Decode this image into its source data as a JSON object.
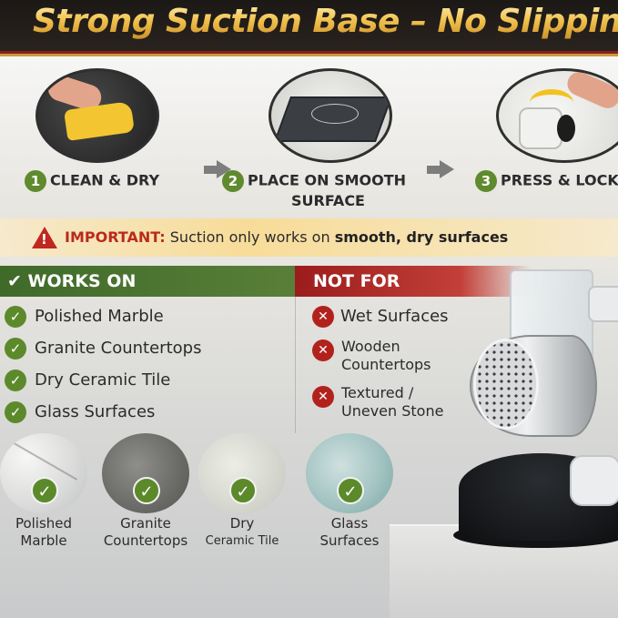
{
  "header": {
    "title": "Strong Suction Base – No Slipping"
  },
  "steps": [
    {
      "number": "1",
      "label": "CLEAN & DRY"
    },
    {
      "number": "2",
      "label_line1": "PLACE ON SMOOTH",
      "label_line2": "SURFACE"
    },
    {
      "number": "3",
      "label": "PRESS & LOCK"
    }
  ],
  "important": {
    "label": "IMPORTANT:",
    "text": " Suction only works on ",
    "emphasis": "smooth, dry surfaces"
  },
  "works_on": {
    "title": "WORKS ON",
    "items": [
      "Polished Marble",
      "Granite Countertops",
      "Dry Ceramic Tile",
      "Glass Surfaces"
    ]
  },
  "not_for": {
    "title": "NOT FOR",
    "items": [
      {
        "line1": "Wet Surfaces"
      },
      {
        "line1": "Wooden",
        "line2": "Countertops"
      },
      {
        "line1": "Textured /",
        "line2": "Uneven Stone"
      }
    ]
  },
  "swatches": [
    {
      "line1": "Polished",
      "line2": "Marble"
    },
    {
      "line1": "Granite",
      "line2": "Countertops"
    },
    {
      "line1": "Dry",
      "line2": "Ceramic Tile"
    },
    {
      "line1": "Glass",
      "line2": "Surfaces"
    }
  ],
  "icons": {
    "check": "check-icon",
    "cross": "x-icon",
    "warning": "warning-icon",
    "arrow": "arrow-right-icon"
  },
  "colors": {
    "header_gold": "#f1c24f",
    "works_green": "#4a732f",
    "not_red": "#a8231d",
    "check_green": "#5c8a2b",
    "x_red": "#b2221c",
    "important_red": "#b82c1c"
  }
}
